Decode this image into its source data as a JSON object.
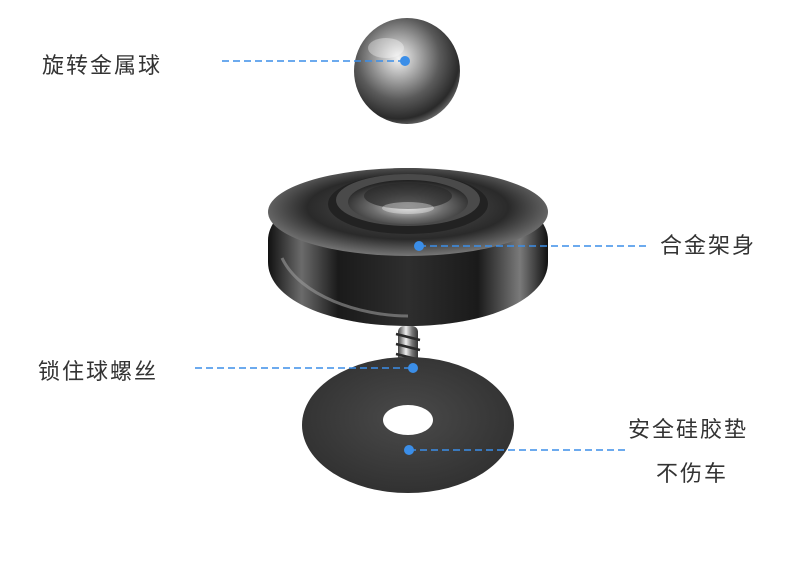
{
  "labels": {
    "ball": "旋转金属球",
    "frame": "合金架身",
    "screw": "锁住球螺丝",
    "pad": "安全硅胶垫",
    "pad_sub": "不伤车"
  },
  "colors": {
    "leader_line": "#3b8ee8",
    "marker_dot": "#3b8ee8",
    "label_text": "#333333",
    "pad_fill": "#3c3c3c"
  }
}
